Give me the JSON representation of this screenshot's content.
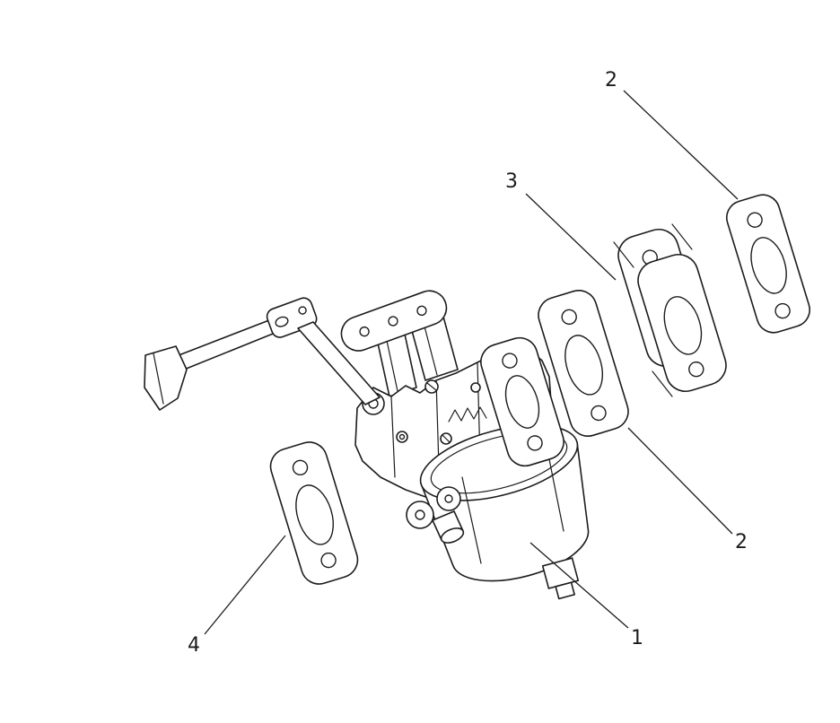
{
  "diagram": {
    "background_color": "#ffffff",
    "line_color": "#1c1c1c",
    "callouts": [
      {
        "label": "2"
      },
      {
        "label": "3"
      },
      {
        "label": "2"
      },
      {
        "label": "1"
      },
      {
        "label": "4"
      }
    ]
  }
}
